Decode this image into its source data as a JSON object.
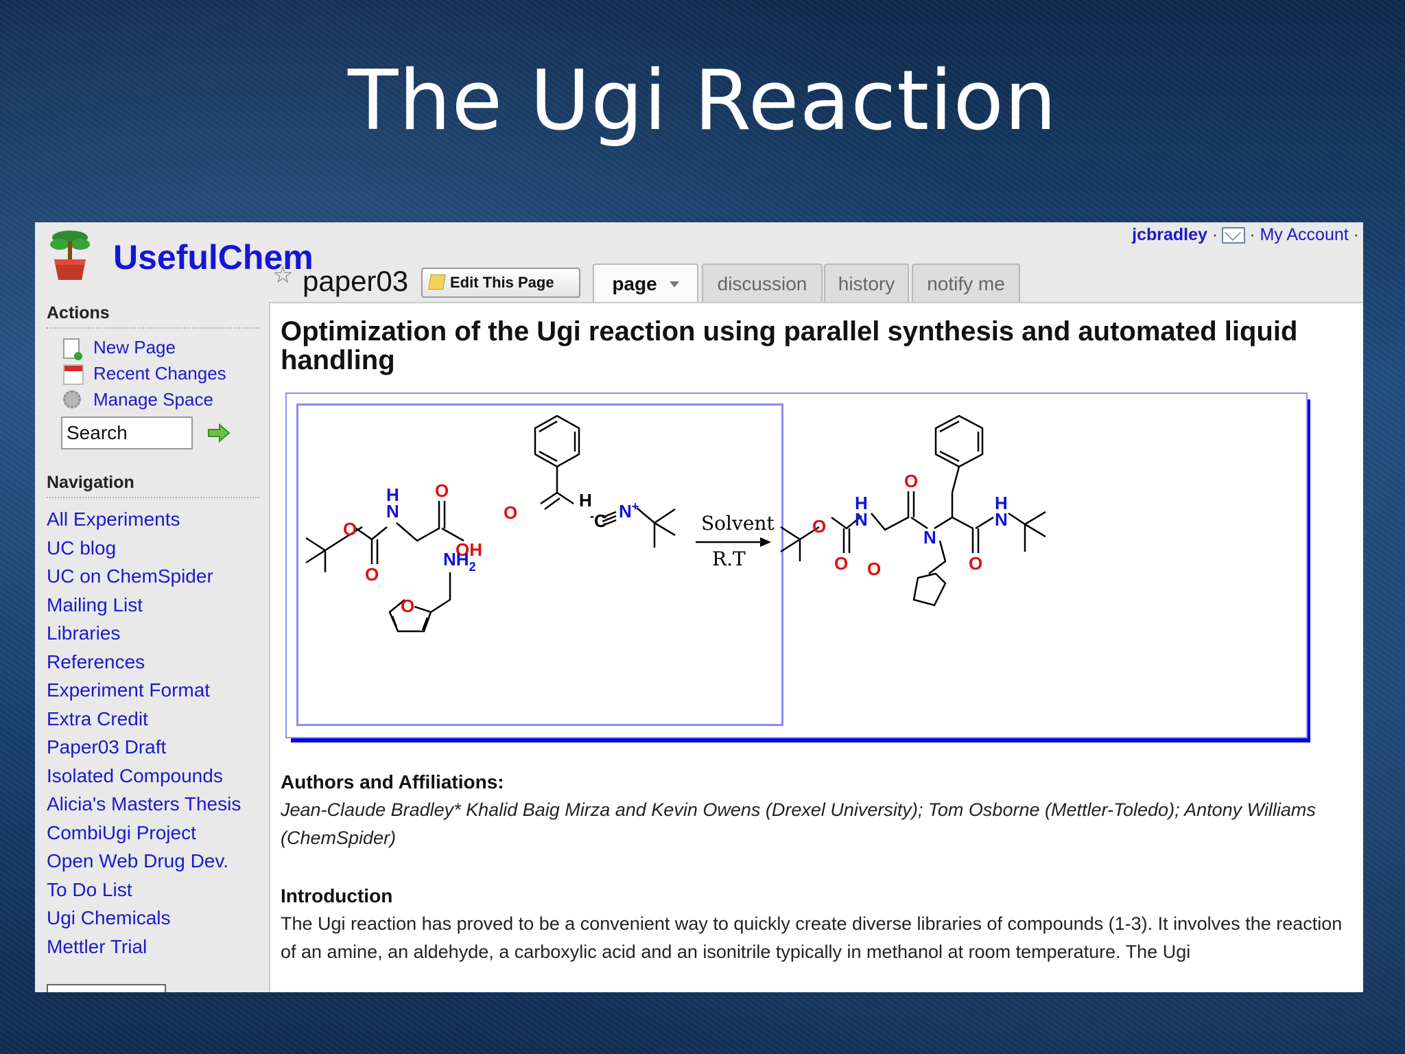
{
  "slide": {
    "title": "The Ugi Reaction"
  },
  "header": {
    "site_name": "UsefulChem",
    "page_name": "paper03",
    "edit_button": "Edit This Page",
    "user": "jcbradley",
    "separator": "·",
    "my_account": "My Account"
  },
  "tabs": [
    {
      "label": "page"
    },
    {
      "label": "discussion"
    },
    {
      "label": "history"
    },
    {
      "label": "notify me"
    }
  ],
  "sidebar": {
    "actions_heading": "Actions",
    "actions": [
      {
        "label": "New Page",
        "icon": "new-page-icon"
      },
      {
        "label": "Recent Changes",
        "icon": "calendar-icon"
      },
      {
        "label": "Manage Space",
        "icon": "gear-icon"
      }
    ],
    "search_value": "Search",
    "navigation_heading": "Navigation",
    "nav_items": [
      "All Experiments",
      "UC blog",
      "UC on ChemSpider",
      "Mailing List",
      "Libraries",
      "References",
      "Experiment Format",
      "Extra Credit",
      "Paper03 Draft",
      "Isolated Compounds",
      "Alicia's Masters Thesis",
      "CombiUgi Project",
      "Open Web Drug Dev.",
      "To Do List",
      "Ugi Chemicals",
      "Mettler Trial"
    ]
  },
  "article": {
    "title": "Optimization of the Ugi reaction using parallel synthesis and automated liquid handling",
    "scheme": {
      "solvent": "Solvent",
      "temp": "R.T",
      "labels": {
        "O": "O",
        "OH": "OH",
        "H": "H",
        "N": "N",
        "NH2_base": "NH",
        "NH2_sub": "2",
        "N_plus": "N",
        "plus": "+",
        "C_minus": "C",
        "minus": "-"
      }
    },
    "authors_heading": "Authors and Affiliations:",
    "authors": "Jean-Claude Bradley* Khalid Baig Mirza and Kevin Owens (Drexel University); Tom Osborne (Mettler-Toledo); Antony Williams (ChemSpider)",
    "intro_heading": "Introduction",
    "intro": "The Ugi reaction has proved to be a convenient way to quickly create diverse libraries of compounds (1-3). It involves the reaction of an amine, an aldehyde, a carboxylic acid and an isonitrile typically in methanol at room temperature. The Ugi"
  }
}
